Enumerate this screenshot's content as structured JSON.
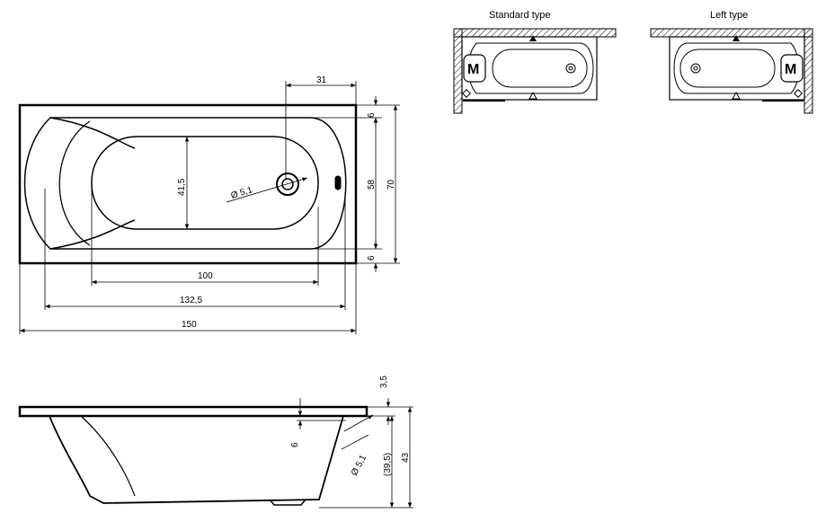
{
  "top_view": {
    "dim_top": "31",
    "dim_width_inner": "41,5",
    "dim_drain": "Ø 5,1",
    "dim_rim_top": "6",
    "dim_inner_depth": "58",
    "dim_total_depth": "70",
    "dim_rim_bottom": "6",
    "dim_bottom_inner": "100",
    "dim_bottom_mid": "132,5",
    "dim_bottom_total": "150"
  },
  "side_view": {
    "dim_rim_thickness": "3,5",
    "dim_inner_drop": "6",
    "dim_overflow": "Ø 5,1",
    "dim_depth_inner": "(39,5)",
    "dim_height_total": "43"
  },
  "types": {
    "standard": {
      "caption": "Standard type",
      "motor_label": "M"
    },
    "left": {
      "caption": "Left type",
      "motor_label": "M"
    }
  }
}
